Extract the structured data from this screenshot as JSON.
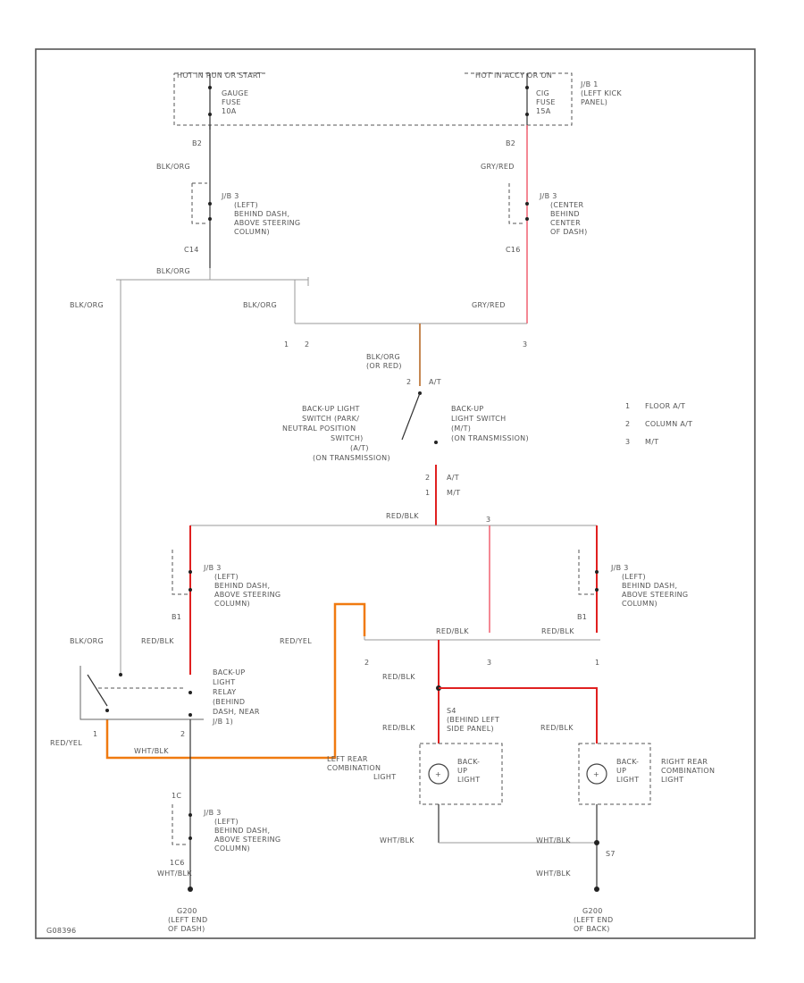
{
  "diagram": {
    "top_labels": {
      "left": "HOT IN RUN OR START",
      "right": "HOT IN ACCY OR ON"
    },
    "fuse_left": {
      "lines": [
        "GAUGE",
        "FUSE",
        "10A"
      ]
    },
    "fuse_right": {
      "lines": [
        "CIG",
        "FUSE",
        "15A"
      ]
    },
    "jb_left_panel": {
      "lines": [
        "J/B 1",
        "(LEFT KICK",
        "PANEL)"
      ]
    },
    "wire_b2_left": "B2",
    "wire_b2_right": "B2",
    "blk_org_1": "BLK/ORG",
    "gry_red_1": "GRY/RED",
    "jb3_top_left": {
      "lines": [
        "J/B 3",
        "(LEFT)",
        "BEHIND DASH,",
        "ABOVE STEERING",
        "COLUMN)"
      ]
    },
    "jb3_top_right": {
      "lines": [
        "J/B 3",
        "(CENTER",
        "BEHIND",
        "CENTER",
        "OF DASH)"
      ]
    },
    "conn_c14": "C14",
    "conn_c16": "C16",
    "blk_org_2": "BLK/ORG",
    "blk_org_3": "BLK/ORG",
    "blk_org_4": "BLK/ORG",
    "gry_red_2": "GRY/RED",
    "splice_labels": [
      "1",
      "2",
      "3"
    ],
    "blk_org_or_red": {
      "lines": [
        "BLK/ORG",
        "(OR RED)"
      ]
    },
    "at_label": "A/T",
    "switch_left": {
      "lines": [
        "BACK-UP LIGHT",
        "SWITCH (PARK/",
        "NEUTRAL POSITION",
        "SWITCH)",
        "(A/T)",
        "(ON TRANSMISSION)"
      ]
    },
    "switch_right": {
      "lines": [
        "BACK-UP",
        "LIGHT SWITCH",
        "(M/T)",
        "(ON TRANSMISSION)"
      ]
    },
    "at_mt": [
      "A/T",
      "M/T"
    ],
    "legend": [
      {
        "num": "1",
        "text": "FLOOR A/T"
      },
      {
        "num": "2",
        "text": "COLUMN A/T"
      },
      {
        "num": "3",
        "text": "M/T"
      }
    ],
    "red_blk_bus": "RED/BLK",
    "jb3_mid_left": {
      "lines": [
        "J/B 3",
        "(LEFT)",
        "BEHIND DASH,",
        "ABOVE STEERING",
        "COLUMN)"
      ]
    },
    "jb3_mid_right": {
      "lines": [
        "J/B 3",
        "(LEFT)",
        "BEHIND DASH,",
        "ABOVE STEERING",
        "COLUMN)"
      ]
    },
    "conn_b1_left": "B1",
    "conn_b1_right": "B1",
    "blk_org_relay": "BLK/ORG",
    "red_blk_relay": "RED/BLK",
    "red_yel_1": "RED/YEL",
    "red_blk_mid": "RED/BLK",
    "red_blk_right": "RED/BLK",
    "bus_nums": [
      "2",
      "3",
      "1"
    ],
    "relay": {
      "lines": [
        "BACK-UP",
        "LIGHT",
        "RELAY",
        "(BEHIND",
        "DASH, NEAR",
        "J/B 1)"
      ]
    },
    "red_blk_splice": "RED/BLK",
    "splice_s4": {
      "lines": [
        "S4",
        "(BEHIND LEFT",
        "SIDE PANEL)"
      ]
    },
    "red_blk_lamp_left": "RED/BLK",
    "red_blk_lamp_right": "RED/BLK",
    "red_yel_2": "RED/YEL",
    "wht_blk_relay": "WHT/BLK",
    "relay_pins": [
      "1",
      "2"
    ],
    "left_combo": {
      "lines": [
        "LEFT REAR",
        "COMBINATION",
        "LIGHT"
      ]
    },
    "right_combo": {
      "lines": [
        "RIGHT REAR",
        "COMBINATION",
        "LIGHT"
      ]
    },
    "bulb_left": {
      "lines": [
        "BACK-",
        "UP",
        "LIGHT"
      ]
    },
    "bulb_right": {
      "lines": [
        "BACK-",
        "UP",
        "LIGHT"
      ]
    },
    "jb3_bot_left": {
      "lines": [
        "J/B 3",
        "(LEFT)",
        "BEHIND DASH,",
        "ABOVE STEERING",
        "COLUMN)"
      ]
    },
    "conn_1c": "1C",
    "conn_1c6": "1C6",
    "wht_blk_bottom_left": "WHT/BLK",
    "wht_blk_lamp": "WHT/BLK",
    "wht_blk_right1": "WHT/BLK",
    "wht_blk_right2": "WHT/BLK",
    "s7_label": "S7",
    "ground_left": {
      "lines": [
        "G200",
        "(LEFT END",
        "OF DASH)"
      ]
    },
    "ground_right": {
      "lines": [
        "G200",
        "(LEFT END",
        "OF BACK)"
      ]
    },
    "figure_id": "G08396"
  }
}
